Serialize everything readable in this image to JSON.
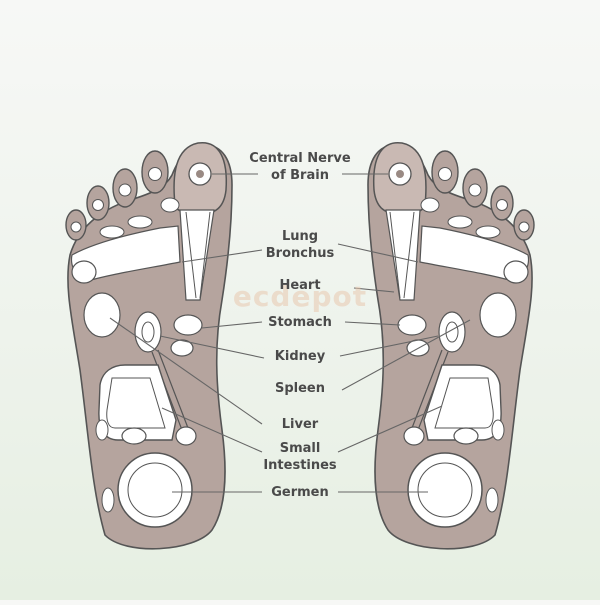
{
  "diagram": {
    "labels": {
      "brain": "Central Nerve\nof Brain",
      "lung": "Lung\nBronchus",
      "heart": "Heart",
      "stomach": "Stomach",
      "kidney": "Kidney",
      "spleen": "Spleen",
      "liver": "Liver",
      "intestines": "Small\nIntestines",
      "germen": "Germen"
    },
    "watermark": "ecdepot"
  },
  "colors": {
    "sole": "#b5a49e",
    "zone_fill": "#ffffff",
    "outline": "#555555",
    "leader": "#666666",
    "text": "#4a4a4a"
  }
}
